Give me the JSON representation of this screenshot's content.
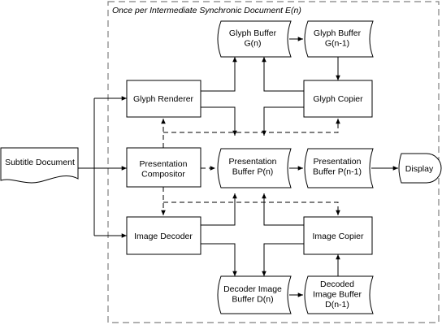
{
  "frame": {
    "title": "Once per Intermediate Synchronic Document E(n)"
  },
  "nodes": {
    "subtitle_document": {
      "lines": [
        "Subtitle Document"
      ]
    },
    "glyph_renderer": {
      "lines": [
        "Glyph Renderer"
      ]
    },
    "presentation_compositor": {
      "lines": [
        "Presentation",
        "Compositor"
      ]
    },
    "image_decoder": {
      "lines": [
        "Image Decoder"
      ]
    },
    "glyph_buffer_n": {
      "lines": [
        "Glyph Buffer",
        "G(n)"
      ]
    },
    "glyph_buffer_n1": {
      "lines": [
        "Glyph Buffer",
        "G(n-1)"
      ]
    },
    "glyph_copier": {
      "lines": [
        "Glyph Copier"
      ]
    },
    "presentation_buffer_n": {
      "lines": [
        "Presentation",
        "Buffer P(n)"
      ]
    },
    "presentation_buffer_n1": {
      "lines": [
        "Presentation",
        "Buffer P(n-1)"
      ]
    },
    "display": {
      "lines": [
        "Display"
      ]
    },
    "image_copier": {
      "lines": [
        "Image Copier"
      ]
    },
    "decoder_buffer_n": {
      "lines": [
        "Decoder Image",
        "Buffer D(n)"
      ]
    },
    "decoded_buffer_n1": {
      "lines": [
        "Decoded",
        "Image Buffer",
        "D(n-1)"
      ]
    }
  },
  "colors": {
    "stroke": "#000000",
    "frame": "#808080",
    "background": "#ffffff"
  }
}
